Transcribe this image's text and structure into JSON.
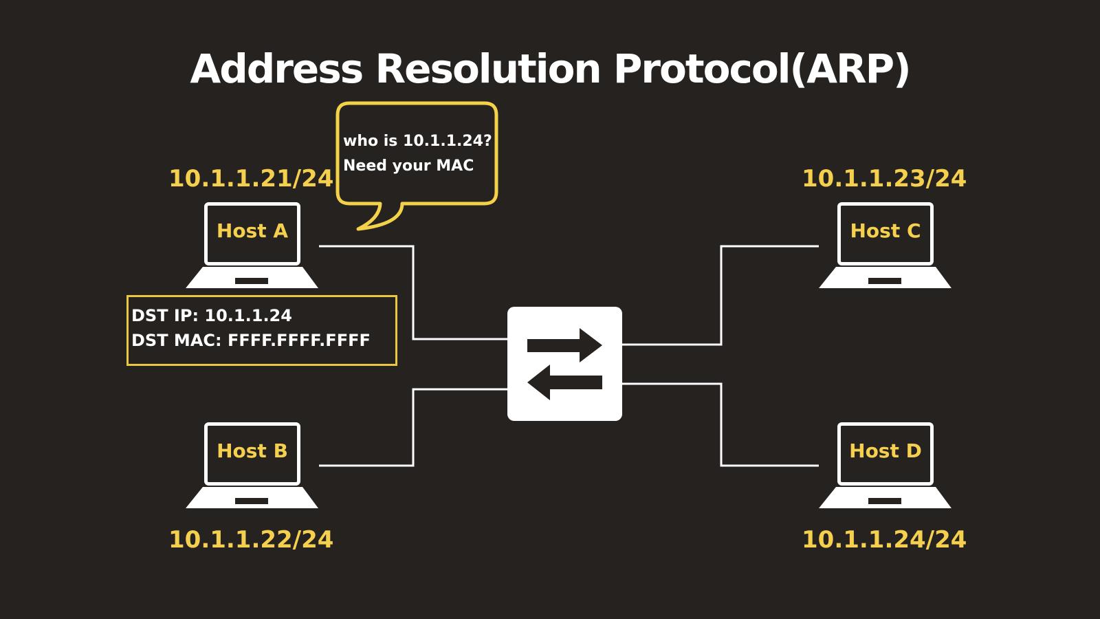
{
  "title": "Address Resolution Protocol(ARP)",
  "colors": {
    "background": "#252220",
    "accent": "#f5d04e",
    "lines": "#ffffff"
  },
  "bubble": {
    "line1": "who is 10.1.1.24?",
    "line2": "Need your MAC"
  },
  "frame": {
    "dst_ip": "DST IP: 10.1.1.24",
    "dst_mac": "DST MAC: FFFF.FFFF.FFFF"
  },
  "switch": {
    "icon": "switch-arrows-icon"
  },
  "hosts": [
    {
      "name": "Host A",
      "ip": "10.1.1.21/24",
      "icon": "laptop-icon"
    },
    {
      "name": "Host B",
      "ip": "10.1.1.22/24",
      "icon": "laptop-icon"
    },
    {
      "name": "Host C",
      "ip": "10.1.1.23/24",
      "icon": "laptop-icon"
    },
    {
      "name": "Host D",
      "ip": "10.1.1.24/24",
      "icon": "laptop-icon"
    }
  ]
}
